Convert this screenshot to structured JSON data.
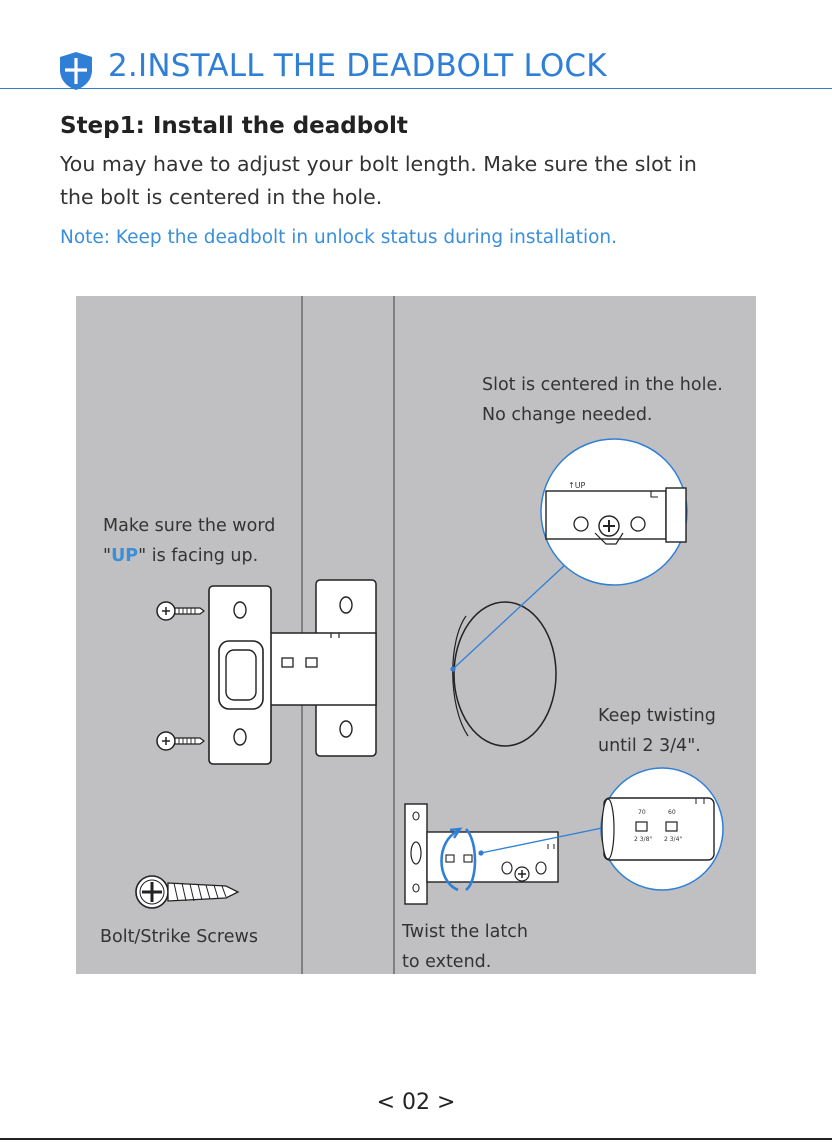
{
  "header": {
    "title": "2.INSTALL THE DEADBOLT LOCK",
    "icon": "shield-icon",
    "accent": "#2f7fd6"
  },
  "step": {
    "heading": "Step1: Install the deadbolt",
    "desc_line1": "You may have to adjust your bolt length. Make sure the slot in",
    "desc_line2": "the bolt is centered in the hole.",
    "note": "Note:  Keep the deadbolt in unlock status during installation."
  },
  "figure": {
    "slot_line1": "Slot is centered in the hole.",
    "slot_line2": "No change needed.",
    "up_line1": "Make sure the word",
    "up_quote_open": "\"",
    "up_word": "UP",
    "up_rest": "\" is facing up.",
    "twist_keep_line1": "Keep twisting",
    "twist_keep_line2": "until 2 3/4\".",
    "screws": "Bolt/Strike Screws",
    "twist_line1": "Twist the latch",
    "twist_line2": "to extend.",
    "zoom_up_mark": "↑UP",
    "zoom_70": "70",
    "zoom_60": "60",
    "zoom_238": "2 3/8\"",
    "zoom_234": "2 3/4\""
  },
  "footer": {
    "page": "< 02 >"
  }
}
